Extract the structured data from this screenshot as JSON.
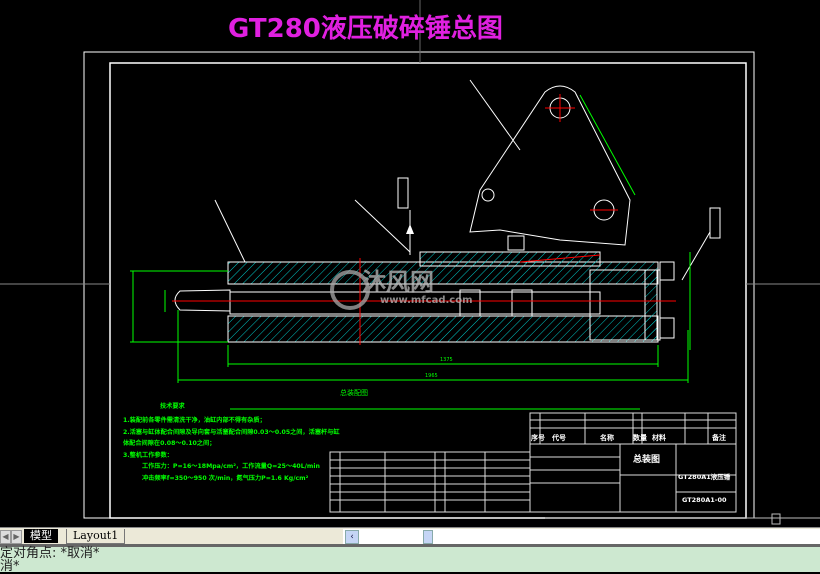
{
  "drawing": {
    "title": "GT280液压破碎锤总图",
    "watermark": {
      "logo_text": "沐风网",
      "url": "www.mfcad.com"
    },
    "dimension_labels": [
      "1375",
      "1965"
    ],
    "view_label": "总装配图",
    "tech_requirements": {
      "heading": "技术要求",
      "lines": [
        "1.装配前各零件需清洗干净，油缸内部不得有杂质；",
        "2.活塞与缸体配合间隙及导向套与活塞配合间隙0.03～0.05之间，活塞杆与缸",
        "体配合间隙在0.08～0.10之间；",
        "3.整机工作参数：",
        "工作压力：P=16～18Mpa/cm²，工作流量Q=25～40L/min",
        "冲击频率f=350～950 次/min，氮气压力P=1.6 Kg/cm²"
      ]
    },
    "title_block": {
      "headers": [
        "序号",
        "代号",
        "名称",
        "数量",
        "材料",
        "备注"
      ],
      "drawing_name": "总装图",
      "product_name": "GT280A1液压锤",
      "drawing_number": "GT280A1-00"
    },
    "colors": {
      "background": "#000000",
      "outline": "#ffffff",
      "hatch": "#00c8c8",
      "dimension": "#00ff00",
      "centerline": "#ff0000",
      "title": "#e020e0"
    }
  },
  "tabs": [
    {
      "label": "模型",
      "active": true
    },
    {
      "label": "Layout1",
      "active": false
    }
  ],
  "command_line": [
    "定对角点: *取消*",
    "消*"
  ]
}
